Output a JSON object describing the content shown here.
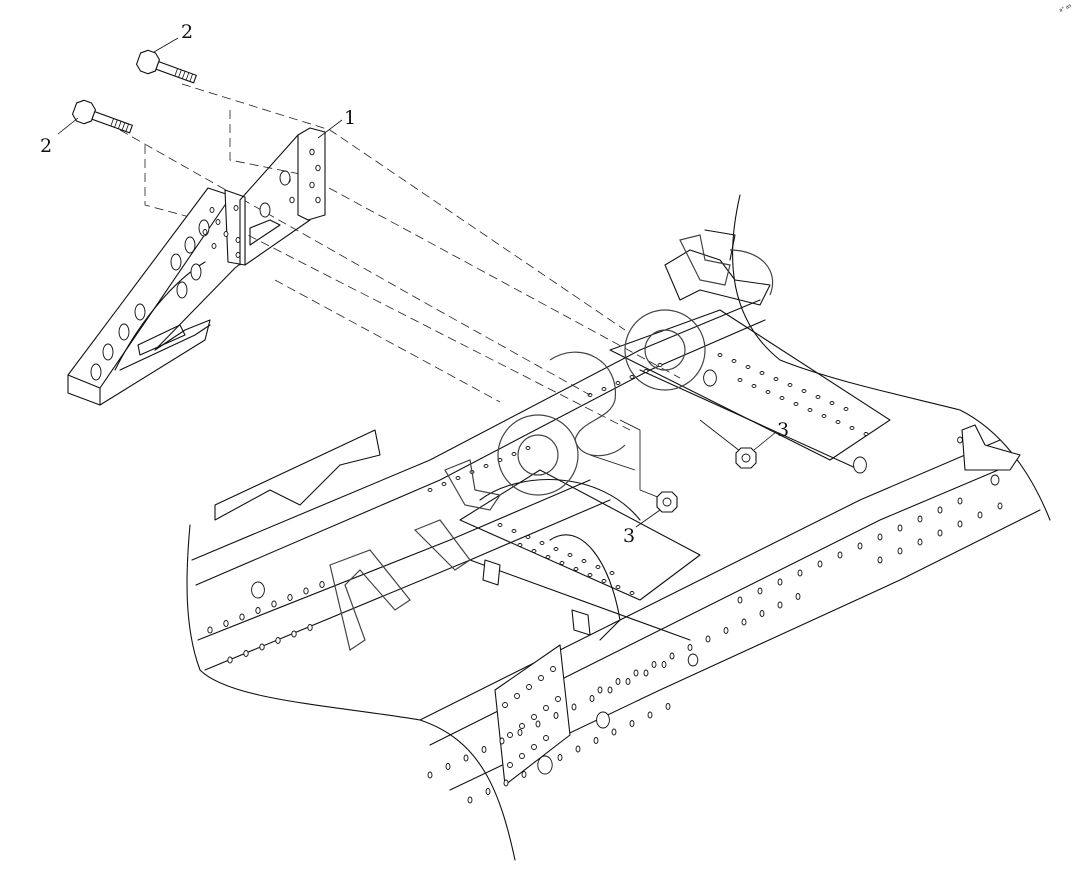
{
  "diagram": {
    "callouts": [
      {
        "id": "label-1",
        "text": "1"
      },
      {
        "id": "label-2-upper",
        "text": "2"
      },
      {
        "id": "label-2-lower",
        "text": "2"
      },
      {
        "id": "label-3-right",
        "text": "3"
      },
      {
        "id": "label-3-center",
        "text": "3"
      }
    ],
    "corner_mark": "a° as",
    "colors": {
      "line": "#111111",
      "background": "#ffffff"
    }
  }
}
